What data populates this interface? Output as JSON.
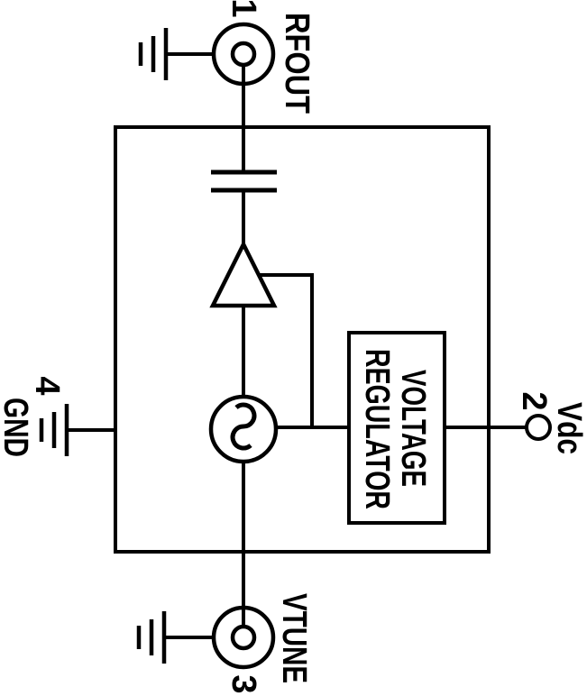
{
  "diagram": {
    "description": "VCO functional block diagram, rotated 90 degrees clockwise",
    "background": "#ffffff",
    "line_color": "#000000",
    "package": {
      "blocks": {
        "regulator_line1": "VOLTAGE",
        "regulator_line2": "REGULATOR"
      }
    },
    "pins": {
      "pin1": {
        "number": "1",
        "label": "RFOUT"
      },
      "pin2": {
        "number": "2",
        "label": "Vdc"
      },
      "pin3": {
        "number": "3",
        "label": "VTUNE"
      },
      "pin4": {
        "number": "4",
        "label": "GND"
      }
    }
  }
}
